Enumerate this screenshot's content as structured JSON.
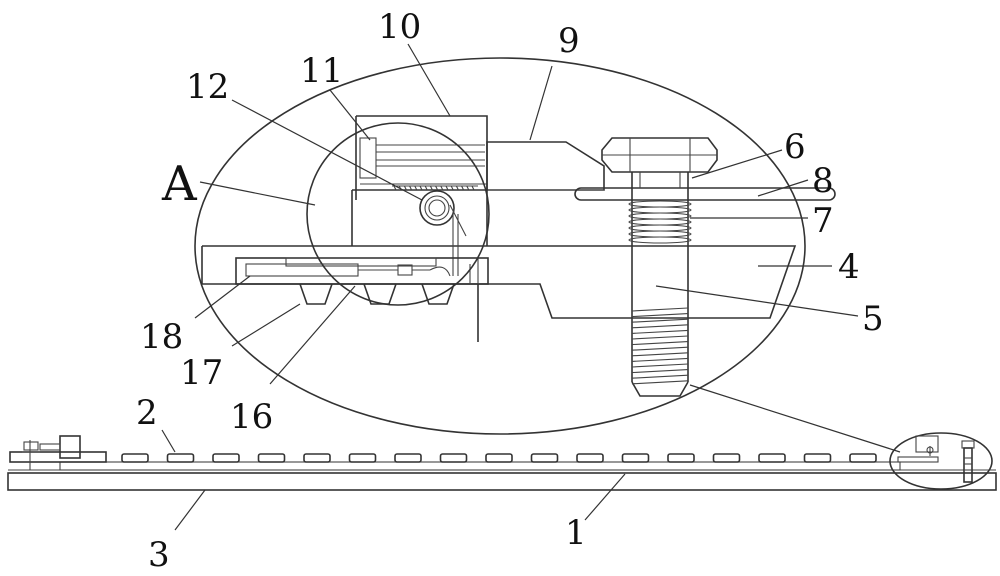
{
  "figure": {
    "detail_label": "A",
    "part_numbers": [
      "1",
      "2",
      "3",
      "4",
      "5",
      "6",
      "7",
      "8",
      "9",
      "10",
      "11",
      "12",
      "16",
      "17",
      "18"
    ]
  }
}
